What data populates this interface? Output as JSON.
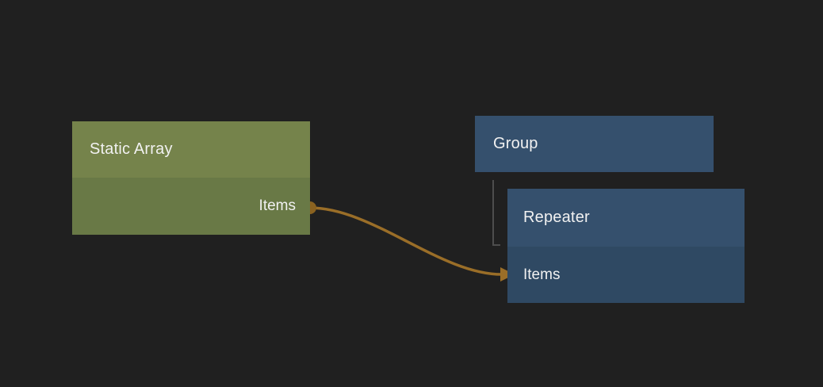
{
  "canvas": {
    "background_color": "#202020",
    "text_color": "#f1f1f1"
  },
  "nodes": {
    "static_array": {
      "title": "Static Array",
      "output_label": "Items",
      "header_color": "#75834b",
      "body_color": "#697946"
    },
    "group": {
      "title": "Group",
      "header_color": "#35506d"
    },
    "repeater": {
      "title": "Repeater",
      "input_label": "Items",
      "header_color": "#35506d",
      "body_color": "#2f4963"
    }
  },
  "connection": {
    "from_node": "Static Array",
    "from_port": "Items",
    "to_node": "Repeater",
    "to_port": "Items",
    "wire_color": "#9a6e28",
    "port_dot_color": "#8a6220"
  },
  "hierarchy": {
    "parent": "Group",
    "child": "Repeater",
    "line_color": "#4d4d4d"
  }
}
